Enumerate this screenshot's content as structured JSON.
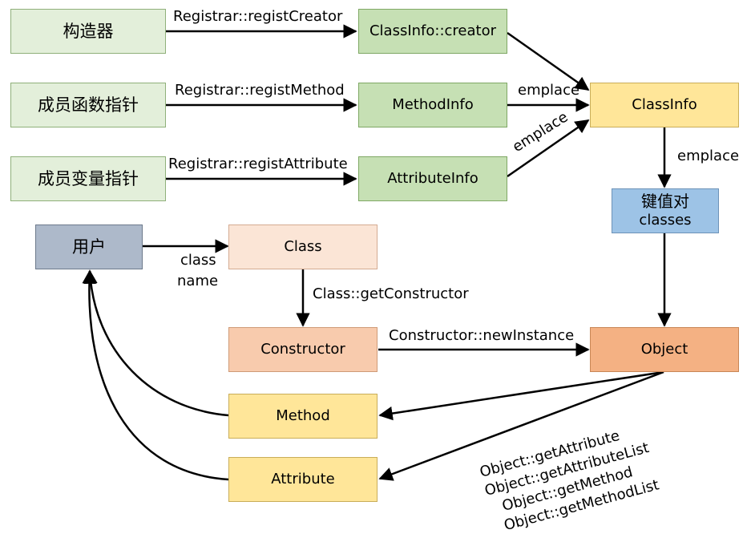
{
  "nodes": {
    "constructor_src": "构造器",
    "member_func_ptr": "成员函数指针",
    "member_var_ptr": "成员变量指针",
    "classinfo_creator": "ClassInfo::creator",
    "methodinfo": "MethodInfo",
    "attributeinfo": "AttributeInfo",
    "classinfo": "ClassInfo",
    "kv_line1": "键值对",
    "kv_line2": "classes",
    "user": "用户",
    "class": "Class",
    "constructor": "Constructor",
    "object": "Object",
    "method": "Method",
    "attribute": "Attribute"
  },
  "edges": {
    "regist_creator": "Registrar::registCreator",
    "regist_method": "Registrar::registMethod",
    "regist_attribute": "Registrar::registAttribute",
    "emplace_method": "emplace",
    "emplace_attribute": "emplace",
    "emplace_classes": "emplace",
    "class_name_1": "class",
    "class_name_2": "name",
    "get_constructor": "Class::getConstructor",
    "new_instance": "Constructor::newInstance",
    "object_getters": [
      "Object::getAttribute",
      "Object::getAttributeList",
      "Object::getMethod",
      "Object::getMethodList"
    ]
  }
}
